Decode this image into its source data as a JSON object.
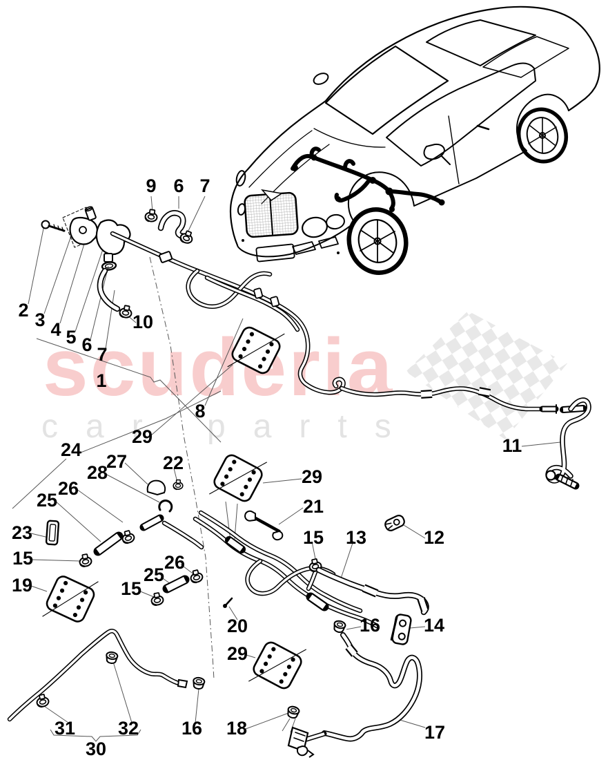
{
  "colors": {
    "brand-pink": "#f8cdcd",
    "tagline-gray": "#e3e3e3",
    "flag-gray": "#e8e8e8",
    "ink": "#000000",
    "leader": "#555555"
  },
  "watermark": {
    "brand": "scuderia",
    "tagline": "car parts"
  },
  "callouts": [
    "9",
    "6",
    "7",
    "2",
    "3",
    "4",
    "5",
    "6",
    "7",
    "1",
    "10",
    "8",
    "11",
    "24",
    "29",
    "27",
    "22",
    "28",
    "26",
    "25",
    "23",
    "15",
    "19",
    "29",
    "21",
    "15",
    "13",
    "12",
    "26",
    "25",
    "15",
    "20",
    "16",
    "14",
    "29",
    "16",
    "18",
    "31",
    "32",
    "30",
    "17"
  ]
}
